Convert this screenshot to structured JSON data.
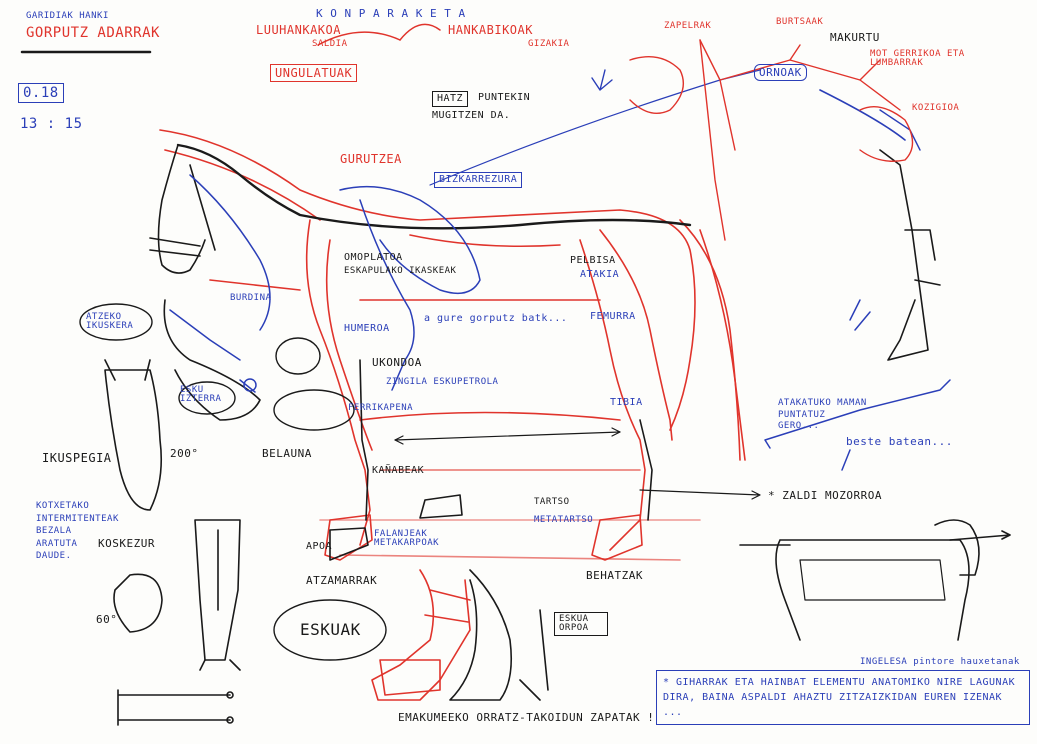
{
  "sheet": {
    "header_small": "GARIDIAK HANKI",
    "title": "GORPUTZ ADARRAK",
    "num_top": "0.18",
    "num_bottom": "13 : 15"
  },
  "top": {
    "konparaketa": "K O N P A R A K E T A",
    "luze_hankakoa": "LUUHANKAKOA",
    "saldia": "SALDIA",
    "hankabikoak": "HANKABIKOAK",
    "gizakia": "GIZAKIA",
    "ungulatuak": "UNGULATUAK",
    "hatz": "HATZ",
    "puntekin": "PUNTEKIN",
    "mugitzen_da": "MUGITZEN DA.",
    "gurutzea": "GURUTZEA",
    "bizkarrezurra": "BIZKARREZURA",
    "zapelrak": "ZAPELRAK",
    "burtsaak": "BURTSAAK",
    "makurtu": "MAKURTU",
    "ornoak": "ORNOAK",
    "mot_gerrikoa": "MOT GERRIKOA ETA LUMBARRAK",
    "kozigioa": "KOZIGIOA"
  },
  "horse": {
    "burdina": "BURDINA",
    "atzeko_ikuskera": "ATZEKO IKUSKERA",
    "omoplatoa": "OMOPLATOA",
    "eskapula": "ESKAPULAKO IKASKEAK",
    "humeroa": "HUMEROA",
    "gure_gorputz": "a gure gorputz batk...",
    "ukondoa": "UKONDOA",
    "zingila": "ZINGILA ESKUPETROLA",
    "esku_izterra": "ESKU IZTERRA",
    "ferrikapena": "FERRIKAPENA",
    "belauna": "BELAUNA",
    "pelbisa": "PELBISA",
    "atakia": "ATAKIA",
    "femurra": "FEMURRA",
    "tibia": "TIBIA",
    "kanabeak": "KAÑABEAK",
    "tartso": "TARTSO",
    "metatartso": "METATARTSO",
    "apoa": "APOA",
    "falanjeak": "FALANJEAK METAKARPOAK",
    "atzamarrak": "ATZAMARRAK",
    "behatzak": "BEHATZAK",
    "zaldi_mozorroa": "* ZALDI MOZORROA"
  },
  "left": {
    "ikuspegia": "IKUSPEGIA",
    "degrees": "200°",
    "kotxe_note": "KOTXETAKO INTERMITENTEAK BEZALA ARATUTA DAUDE.",
    "koskezur": "KOSKEZUR",
    "angle": "60°",
    "eskuak": "ESKUAK"
  },
  "right": {
    "atakatu_note": "ATAKATUKO MAMAN PUNTATUZ GERO...",
    "beste_batean": "beste batean...",
    "ingeleak": "INGELESA pintore hauxetanak",
    "eskua_orpoa": "ESKUA ORPOA",
    "conclusion": "* GIHARRAK ETA HAINBAT ELEMENTU ANATOMIKO NIRE LAGUNAK DIRA, BAINA ASPALDI AHAZTU ZITZAIZKIDAN EUREN IZENAK ...",
    "bottom_caption": "EMAKUMEEKO ORRATZ-TAKOIDUN ZAPATAK !"
  },
  "colors": {
    "blue": "#2b3fb8",
    "red": "#e0342c",
    "black": "#1a1a1a",
    "paper": "#fdfdfb"
  }
}
